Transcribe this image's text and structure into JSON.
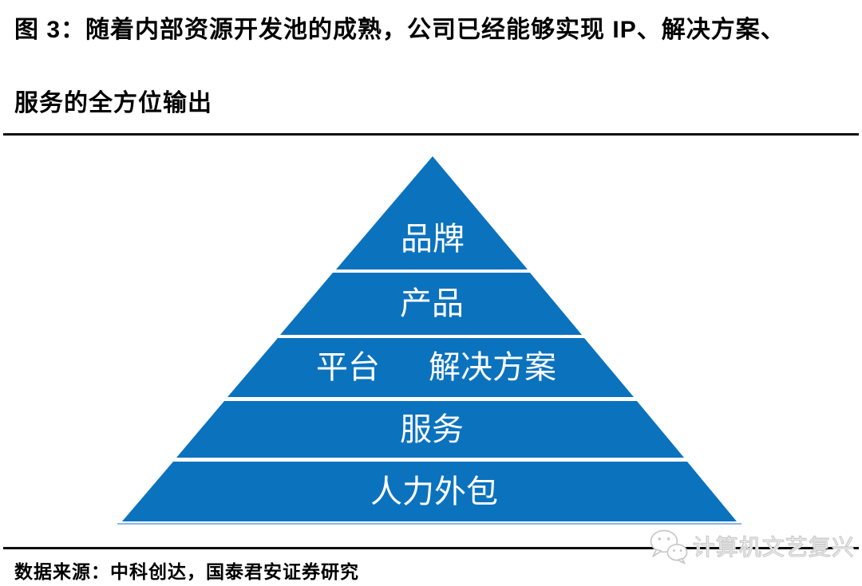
{
  "figure": {
    "title_line1": "图 3：随着内部资源开发池的成熟，公司已经能够实现 IP、解决方案、",
    "title_line2": "服务的全方位输出",
    "source": "数据来源：中科创达，国泰君安证券研究"
  },
  "pyramid": {
    "type": "pyramid-diagram",
    "fill_color": "#0B72BE",
    "label_color": "#FFFFFF",
    "layers": [
      {
        "label": "品牌"
      },
      {
        "label": "产品"
      },
      {
        "label": "平台",
        "label2": "解决方案"
      },
      {
        "label": "服务"
      },
      {
        "label": "人力外包"
      }
    ]
  },
  "watermark": {
    "icon": "wechat-icon",
    "text": "计算机文艺复兴",
    "color": "#D9D9D9"
  }
}
